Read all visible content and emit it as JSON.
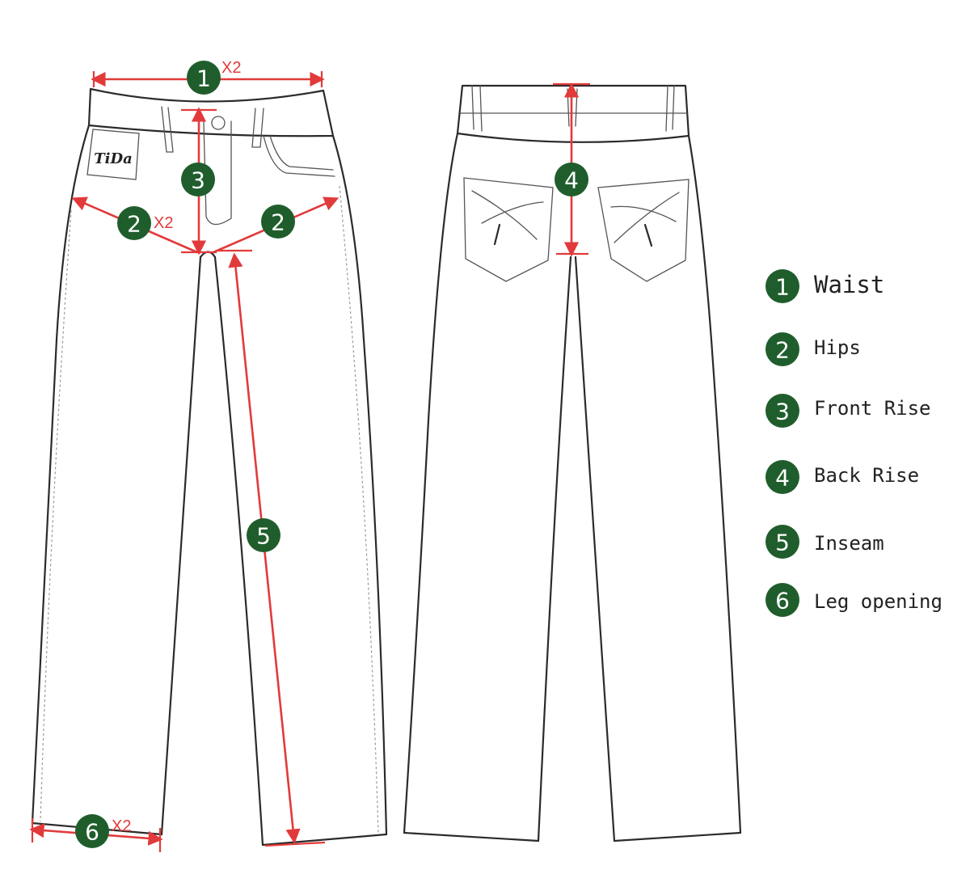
{
  "legend": [
    {
      "num": "1",
      "label": "Waist"
    },
    {
      "num": "2",
      "label": "Hips"
    },
    {
      "num": "3",
      "label": "Front Rise"
    },
    {
      "num": "4",
      "label": "Back Rise"
    },
    {
      "num": "5",
      "label": "Inseam"
    },
    {
      "num": "6",
      "label": "Leg opening"
    }
  ],
  "callouts": {
    "waist_num": "1",
    "hips_left_num": "2",
    "hips_right_num": "2",
    "front_rise_num": "3",
    "back_rise_num": "4",
    "inseam_num": "5",
    "leg_opening_num": "6"
  },
  "multipliers": {
    "waist": "X2",
    "hips": "X2",
    "leg_opening": "X2"
  },
  "pocket_logo": "TiDa",
  "colors": {
    "badge": "#1f5e2c",
    "measure": "#e23a3a",
    "line": "#2b2b2b"
  }
}
